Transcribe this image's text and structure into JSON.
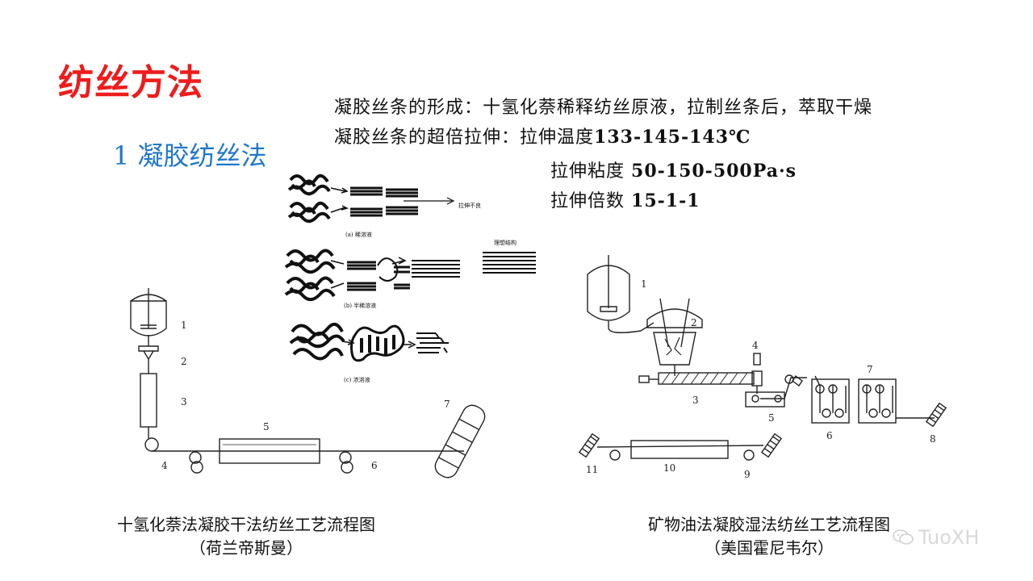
{
  "title": "纺丝方法",
  "subtitle": "1 凝胶纺丝法",
  "info": {
    "line1": "凝胶丝条的形成：十氢化萘稀释纺丝原液，拉制丝条后，萃取干燥",
    "line2_label": "凝胶丝条的超倍拉伸：拉伸温度",
    "line2_value": "133-145-143℃",
    "line3_label": "拉伸粘度",
    "line3_value": "50-150-500Pa·s",
    "line4_label": "拉伸倍数",
    "line4_value": "15-1-1"
  },
  "micro": {
    "label_a_result": "拉伸不良",
    "label_a": "(a) 稀溶液",
    "label_ideal": "理想结构",
    "label_b": "(b) 半稀溶液",
    "label_c": "(c) 浓溶液"
  },
  "left_diagram": {
    "labels": [
      "1",
      "2",
      "3",
      "4",
      "5",
      "6",
      "7"
    ],
    "caption_line1": "十氢化萘法凝胶干法纺丝工艺流程图",
    "caption_line2": "（荷兰帝斯曼）"
  },
  "right_diagram": {
    "labels": [
      "1",
      "2",
      "3",
      "4",
      "5",
      "6",
      "7",
      "8",
      "9",
      "10",
      "11"
    ],
    "caption_line1": "矿物油法凝胶湿法纺丝工艺流程图",
    "caption_line2": "（美国霍尼韦尔）"
  },
  "watermark": "TuoXH",
  "colors": {
    "title": "#ee1c1c",
    "subtitle": "#1f77c8"
  }
}
